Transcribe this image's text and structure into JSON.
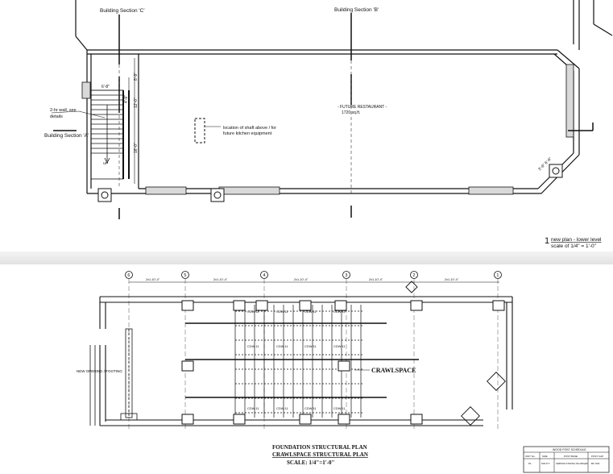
{
  "upper_plan": {
    "section_c": "Building Section 'C'",
    "section_b": "Building Section 'B'",
    "section_a": "Building Section 'A'",
    "wall_note": [
      "2-hr wall, see",
      "details"
    ],
    "shaft_note": [
      "location of shaft above / for",
      "future kitchen equipment"
    ],
    "room_name": "- FUTURE RESTAURANT -",
    "room_area": "1720 sq.ft.",
    "stair_label": "UP",
    "dim_1": "6'-8\"",
    "dim_2": "8'-9\"",
    "dim_3": "12'-0\"",
    "dim_4": "16'-0\"",
    "dim_5": "4'-9\"",
    "dim_angled": "3'-6\" 6'-6\"",
    "title_number": "1",
    "title_name": "new plan - lower level",
    "title_scale": "scale of 1/4\" = 1'-0\""
  },
  "foundation_plan": {
    "gridlines": [
      "6",
      "5",
      "4",
      "3",
      "2",
      "1"
    ],
    "dims_top": [
      "2x1-10'-4\"",
      "2x1-10'-4\"",
      "2x1-10'-4\"",
      "2x1-10'-4\"",
      "2x1-10'-4\""
    ],
    "joist_tags": [
      "CDW.11",
      "CDW.11",
      "CDW.11",
      "CDW.11",
      "CDW.11",
      "CDW.11",
      "CDW.11",
      "CDW.11",
      "CDW.11",
      "CDW.11",
      "CDW.11",
      "CDW.11"
    ],
    "crawlspace_label": "CRAWLSPACE",
    "note_left": "NEW OPENING / FOOTING",
    "title_line1": "FOUNDATION STRUCTURAL PLAN",
    "title_line2": "CRAWLSPACE STRUCTURAL PLAN",
    "scale": "SCALE: 1/4\"=1'-0\""
  },
  "schedule": {
    "title": "WOOD POST SCHEDULE",
    "headers": [
      "UNIT No.",
      "SIZE",
      "POST BASE",
      "POST CAP"
    ],
    "row": [
      "P1",
      "6X6 P.T.",
      "SIMPSON STRONG-TIE CBSQ66",
      "BC 6X6"
    ]
  }
}
